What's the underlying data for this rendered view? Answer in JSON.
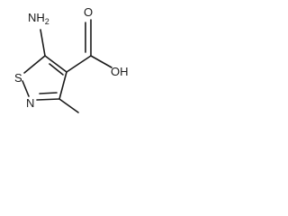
{
  "molecule": {
    "atoms": {
      "amine": "NH2",
      "amine_main": "NH",
      "amine_sub": "2",
      "sulfur": "S",
      "ring_nitrogen": "N",
      "hydroxyl": "OH",
      "carbonyl_oxygen": "O"
    }
  },
  "colors": {
    "ink": "#1a1a1a",
    "background": "#ffffff"
  }
}
